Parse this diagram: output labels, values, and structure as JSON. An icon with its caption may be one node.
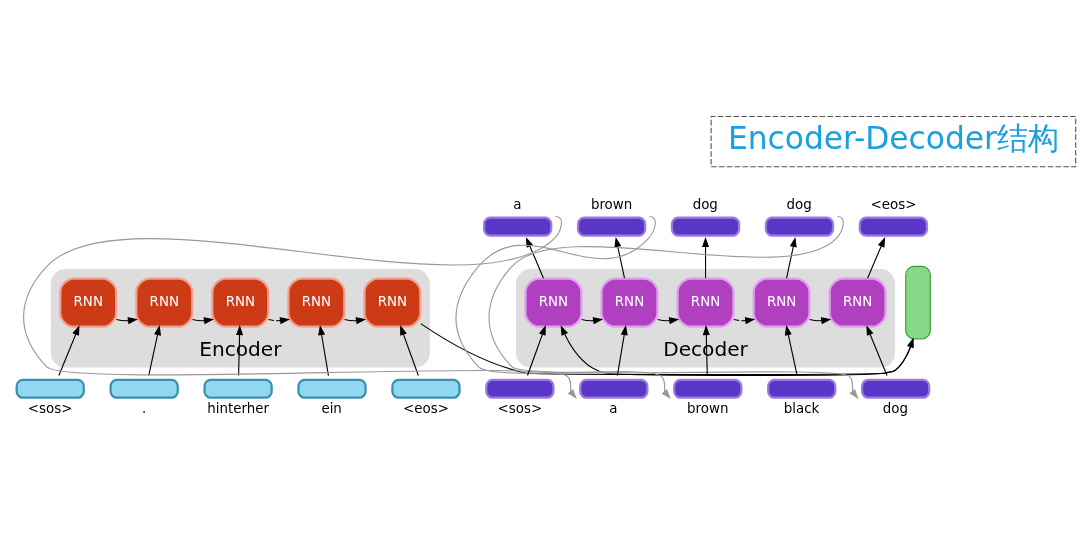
{
  "diagram": {
    "nodes": [
      {
        "text": [
          "Encoder-Decoder结构"
        ]
      },
      {
        "text": [
          "Encoder"
        ]
      },
      {
        "text": [
          "RNN"
        ],
        "in": 1
      },
      {
        "text": [
          "RNN"
        ],
        "in": 1
      },
      {
        "text": [
          "RNN"
        ],
        "in": 1
      },
      {
        "text": [
          "RNN"
        ],
        "in": 1
      },
      {
        "text": [
          "RNN"
        ],
        "in": 1
      },
      {
        "text": [
          "<sos>"
        ]
      },
      {
        "text": [
          "."
        ]
      },
      {
        "text": [
          "hinterher"
        ]
      },
      {
        "text": [
          "ein"
        ]
      },
      {
        "text": [
          "<eos>"
        ]
      },
      {
        "text": [],
        "shape": "bar"
      },
      {
        "text": [
          "Decoder"
        ]
      },
      {
        "text": [
          "RNN"
        ],
        "in": 13
      },
      {
        "text": [
          "RNN"
        ],
        "in": 13
      },
      {
        "text": [
          "RNN"
        ],
        "in": 13
      },
      {
        "text": [
          "RNN"
        ],
        "in": 13
      },
      {
        "text": [
          "RNN"
        ],
        "in": 13
      },
      {
        "text": [
          "a"
        ]
      },
      {
        "text": [
          "brown"
        ]
      },
      {
        "text": [
          "dog"
        ]
      },
      {
        "text": [
          "dog"
        ]
      },
      {
        "text": [
          "<eos>"
        ]
      },
      {
        "text": [
          "<sos>"
        ]
      },
      {
        "text": [
          "a"
        ]
      },
      {
        "text": [
          "brown"
        ]
      },
      {
        "text": [
          "black"
        ]
      },
      {
        "text": [
          "dog"
        ]
      }
    ],
    "edges": [
      {
        "from": 7,
        "to": 2,
        "arrow": "to"
      },
      {
        "from": 8,
        "to": 3,
        "arrow": "to"
      },
      {
        "from": 9,
        "to": 4,
        "arrow": "to"
      },
      {
        "from": 10,
        "to": 5,
        "arrow": "to"
      },
      {
        "from": 11,
        "to": 6,
        "arrow": "to"
      },
      {
        "from": 2,
        "to": 3,
        "arrow": "to"
      },
      {
        "from": 3,
        "to": 4,
        "arrow": "to"
      },
      {
        "from": 4,
        "to": 5,
        "arrow": "to",
        "style": "dashed"
      },
      {
        "from": 5,
        "to": 6,
        "arrow": "to"
      },
      {
        "from": 6,
        "to": 12,
        "arrow": "to"
      },
      {
        "from": 12,
        "to": 14,
        "arrow": "to"
      },
      {
        "from": 24,
        "to": 14,
        "arrow": "to"
      },
      {
        "from": 25,
        "to": 15,
        "arrow": "to"
      },
      {
        "from": 26,
        "to": 16,
        "arrow": "to"
      },
      {
        "from": 27,
        "to": 17,
        "arrow": "to"
      },
      {
        "from": 28,
        "to": 18,
        "arrow": "to"
      },
      {
        "from": 14,
        "to": 19,
        "arrow": "to"
      },
      {
        "from": 15,
        "to": 20,
        "arrow": "to"
      },
      {
        "from": 16,
        "to": 21,
        "arrow": "to"
      },
      {
        "from": 17,
        "to": 22,
        "arrow": "to"
      },
      {
        "from": 18,
        "to": 23,
        "arrow": "to"
      },
      {
        "from": 14,
        "to": 15,
        "arrow": "to"
      },
      {
        "from": 15,
        "to": 16,
        "arrow": "to"
      },
      {
        "from": 16,
        "to": 17,
        "arrow": "to",
        "style": "dashed"
      },
      {
        "from": 17,
        "to": 18,
        "arrow": "to"
      },
      {
        "from": 19,
        "to": 25,
        "arrow": "to",
        "color": "#999999"
      },
      {
        "from": 20,
        "to": 26,
        "arrow": "to",
        "color": "#999999"
      },
      {
        "from": 22,
        "to": 28,
        "arrow": "to",
        "color": "#999999"
      }
    ]
  }
}
